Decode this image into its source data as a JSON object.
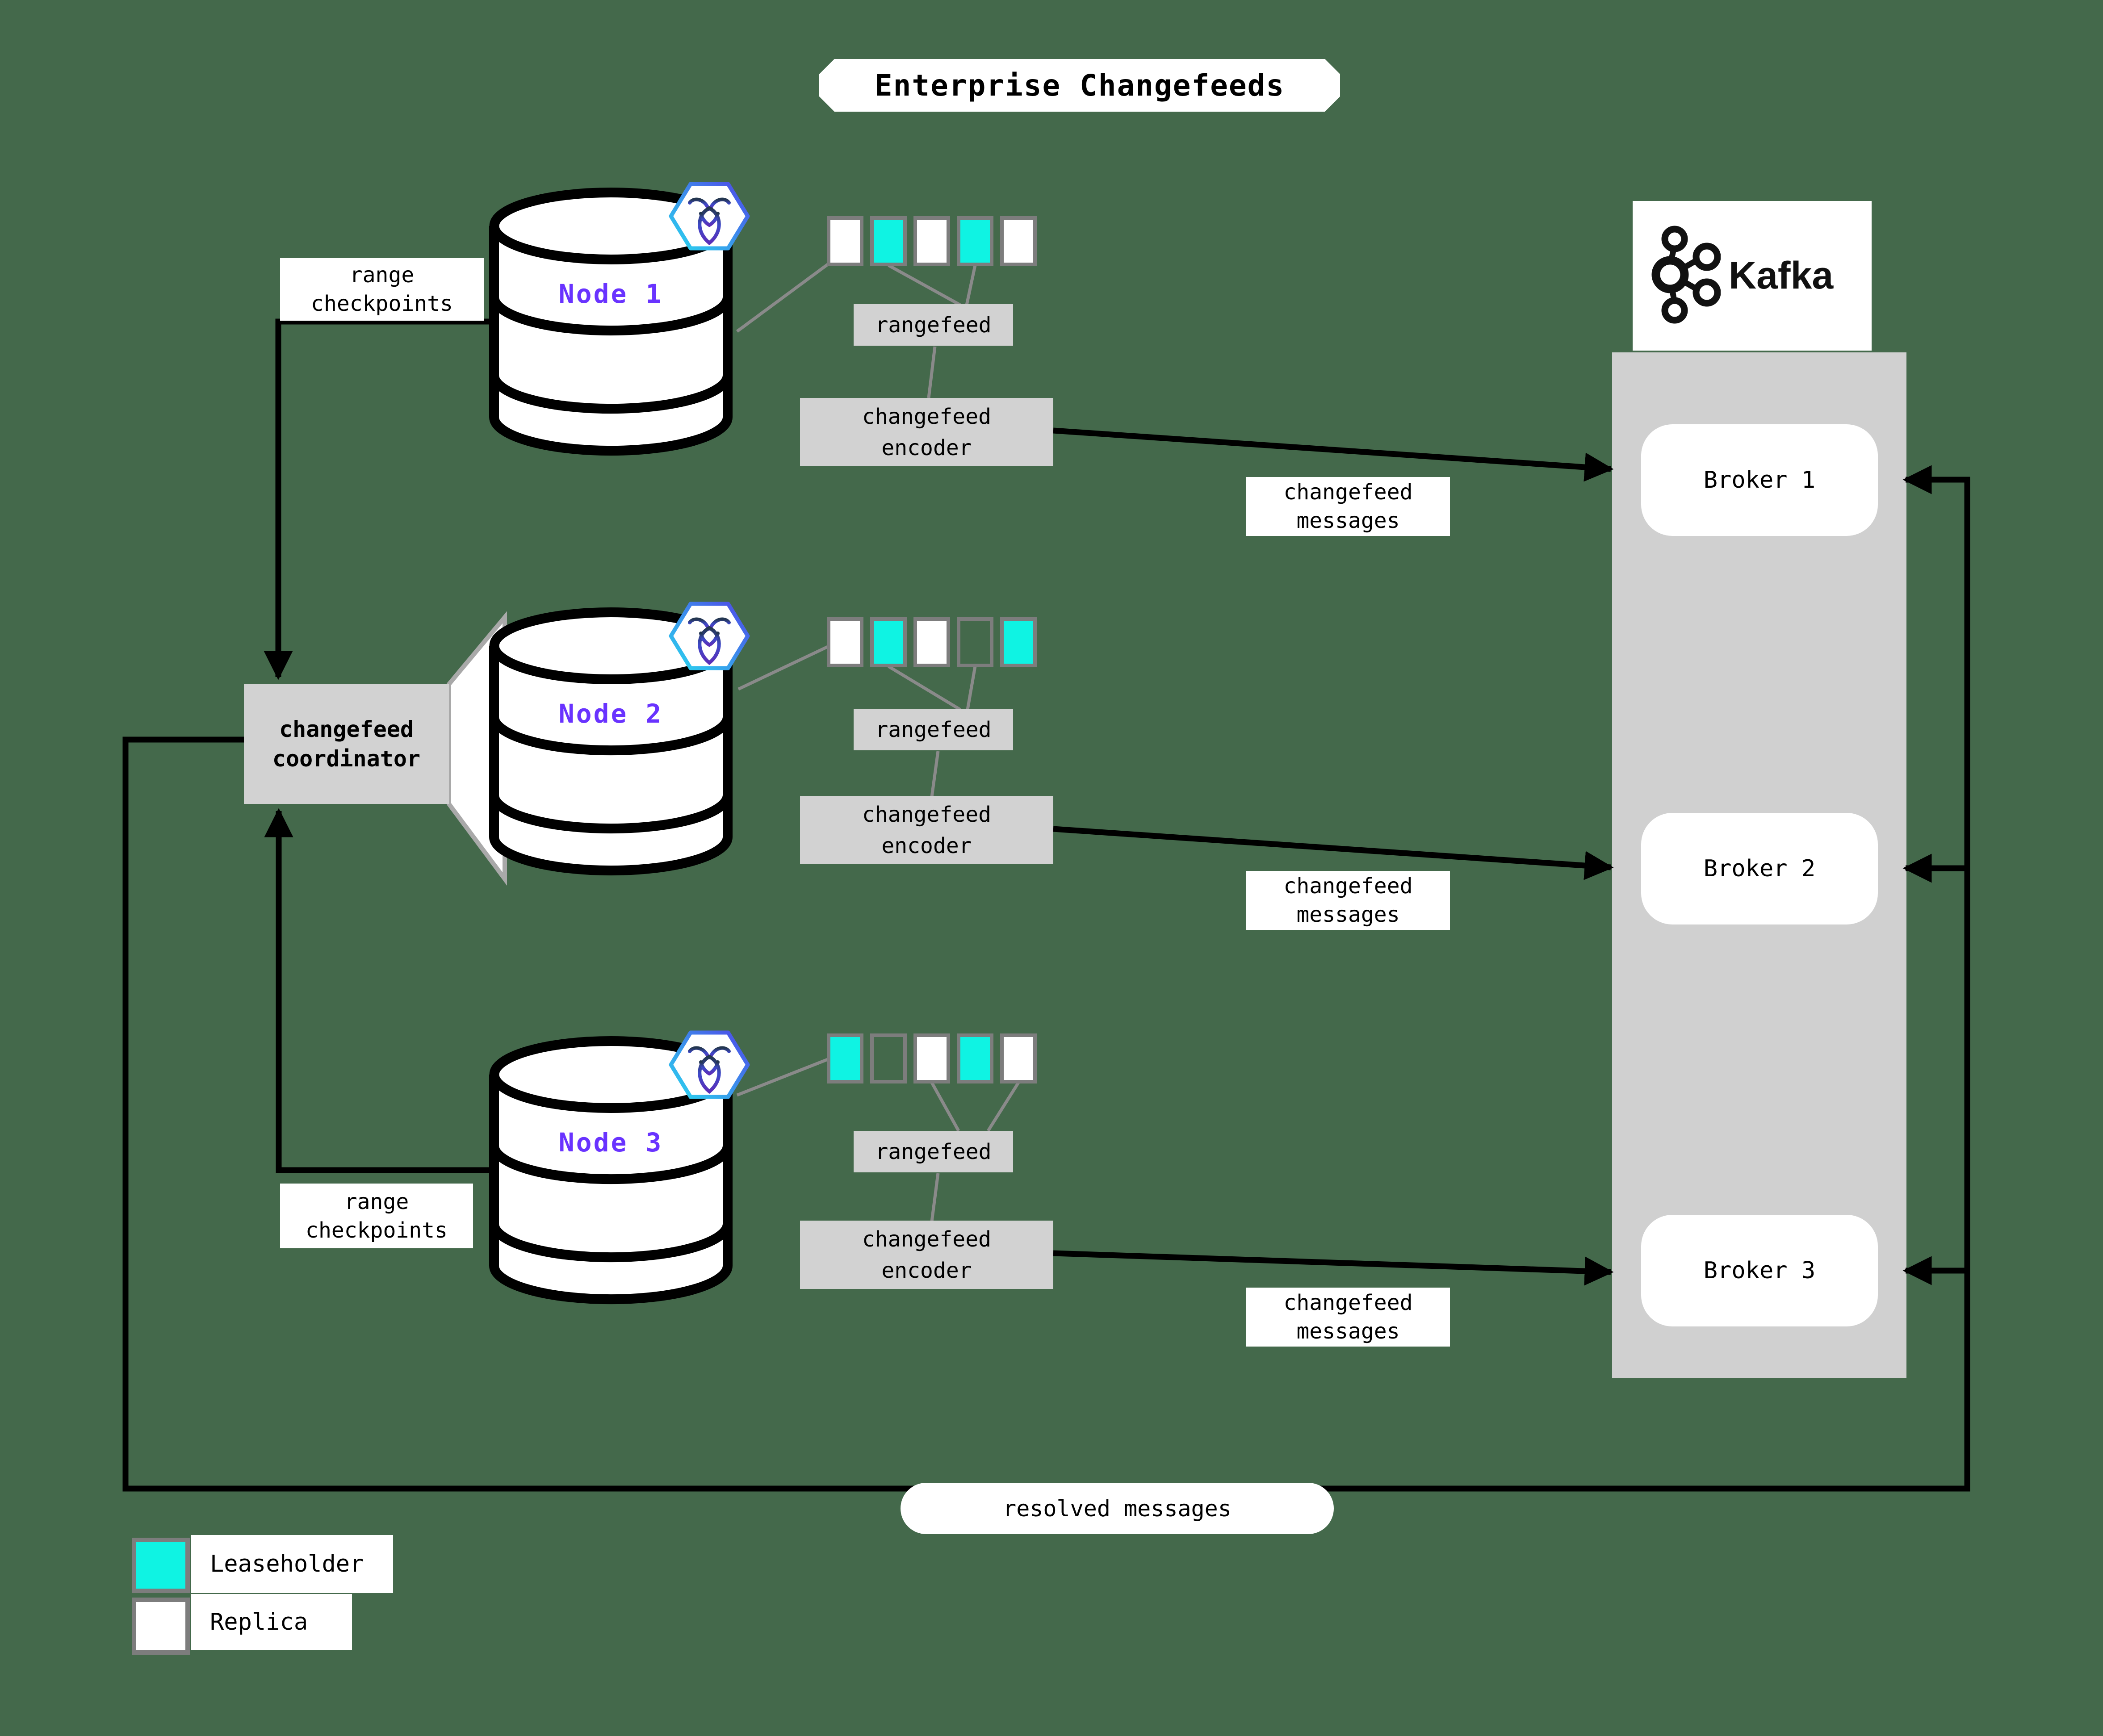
{
  "title": "Enterprise Changefeeds",
  "colors": {
    "background": "#44694B",
    "leaseholder": "#0FF3E3",
    "replica": "#FFFFFF",
    "panel_gray": "#D2D2D2",
    "node_purple": "#6933FF",
    "line_black": "#000000",
    "connector_gray": "#8A8A8A"
  },
  "nodes": [
    {
      "label": "Node 1",
      "replicas": [
        "replica",
        "leaseholder",
        "replica",
        "leaseholder",
        "replica"
      ]
    },
    {
      "label": "Node 2",
      "replicas": [
        "replica",
        "leaseholder",
        "replica",
        "empty",
        "leaseholder"
      ]
    },
    {
      "label": "Node 3",
      "replicas": [
        "leaseholder",
        "empty",
        "replica",
        "leaseholder",
        "replica"
      ]
    }
  ],
  "flow_labels": {
    "rangefeed": "rangefeed",
    "encoder_line1": "changefeed",
    "encoder_line2": "encoder",
    "messages_line1": "changefeed",
    "messages_line2": "messages",
    "checkpoints_line1": "range",
    "checkpoints_line2": "checkpoints",
    "coordinator_line1": "changefeed",
    "coordinator_line2": "coordinator",
    "resolved": "resolved messages"
  },
  "kafka": {
    "brand": "Kafka",
    "brokers": [
      "Broker 1",
      "Broker 2",
      "Broker 3"
    ]
  },
  "legend": [
    {
      "type": "leaseholder",
      "label": "Leaseholder"
    },
    {
      "type": "replica",
      "label": "Replica"
    }
  ]
}
